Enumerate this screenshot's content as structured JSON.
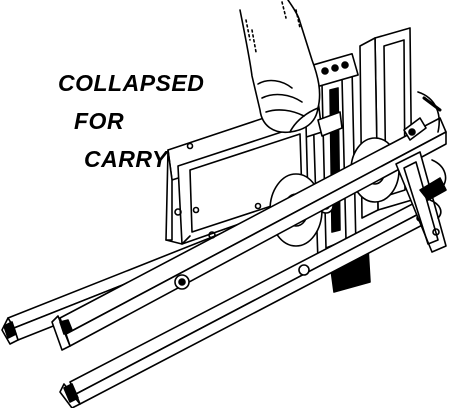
{
  "caption": {
    "line1": "COLLAPSED",
    "line2": "FOR",
    "line3": "CARRY"
  },
  "colors": {
    "ink": "#000000",
    "paper": "#ffffff"
  }
}
